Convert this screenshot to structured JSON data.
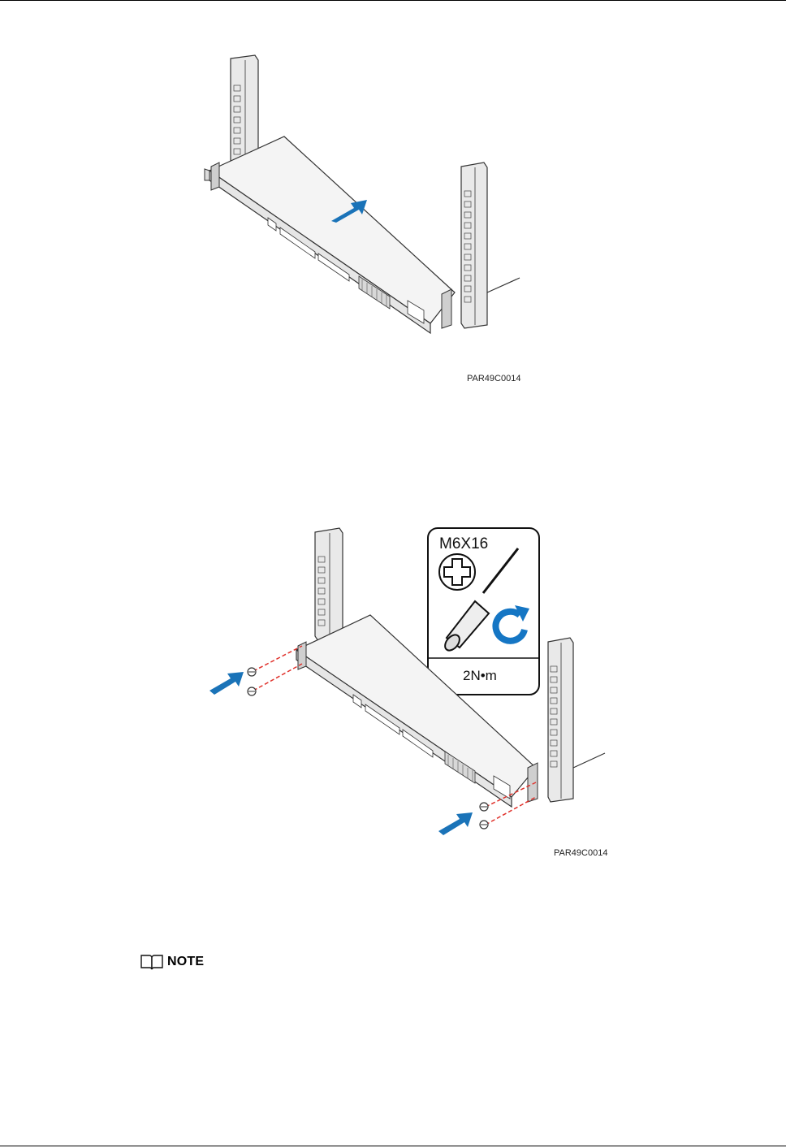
{
  "figure1": {
    "code": "PAR49C0014"
  },
  "figure2": {
    "code": "PAR49C0014",
    "screw_spec": "M6X16",
    "torque": "2N•m"
  },
  "note": {
    "label": "NOTE",
    "icon": "book-icon"
  },
  "colors": {
    "arrow": "#1a73b8",
    "rotate": "#1576c4",
    "guide_line": "#e0312b"
  }
}
